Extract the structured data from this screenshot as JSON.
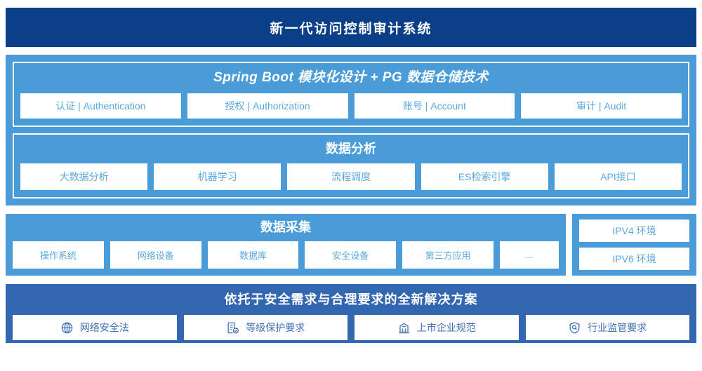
{
  "header": {
    "title": "新一代访问控制审计系统",
    "bg_color": "#0b4088",
    "text_color": "#ffffff"
  },
  "colors": {
    "light_blue_panel": "#4a9cd8",
    "dark_blue_panel": "#3366b0",
    "chip_text": "#5aa8dd",
    "compliance_chip_text": "#3e6fb5",
    "chip_bg": "#ffffff"
  },
  "platform": {
    "framework": {
      "title": "Spring Boot 模块化设计 + PG 数据仓储技术",
      "chips": [
        {
          "label": "认证 | Authentication"
        },
        {
          "label": "授权 | Authorization"
        },
        {
          "label": "账号 | Account"
        },
        {
          "label": "审计 | Audit"
        }
      ]
    },
    "analysis": {
      "title": "数据分析",
      "chips": [
        {
          "label": "大数据分析"
        },
        {
          "label": "机器学习"
        },
        {
          "label": "流程调度"
        },
        {
          "label": "ES检索引擎"
        },
        {
          "label": "API接口"
        }
      ]
    }
  },
  "collection": {
    "title": "数据采集",
    "chips": [
      {
        "label": "操作系统"
      },
      {
        "label": "网络设备"
      },
      {
        "label": "数据库"
      },
      {
        "label": "安全设备"
      },
      {
        "label": "第三方应用"
      },
      {
        "label": "…"
      }
    ]
  },
  "ip_environments": {
    "chips": [
      {
        "label": "IPV4 环境"
      },
      {
        "label": "IPV6 环境"
      }
    ]
  },
  "compliance": {
    "title": "依托于安全需求与合理要求的全新解决方案",
    "chips": [
      {
        "label": "网络安全法",
        "icon": "globe-icon"
      },
      {
        "label": "等级保护要求",
        "icon": "document-check-icon"
      },
      {
        "label": "上市企业规范",
        "icon": "bank-building-icon"
      },
      {
        "label": "行业监管要求",
        "icon": "shield-search-icon"
      }
    ]
  }
}
